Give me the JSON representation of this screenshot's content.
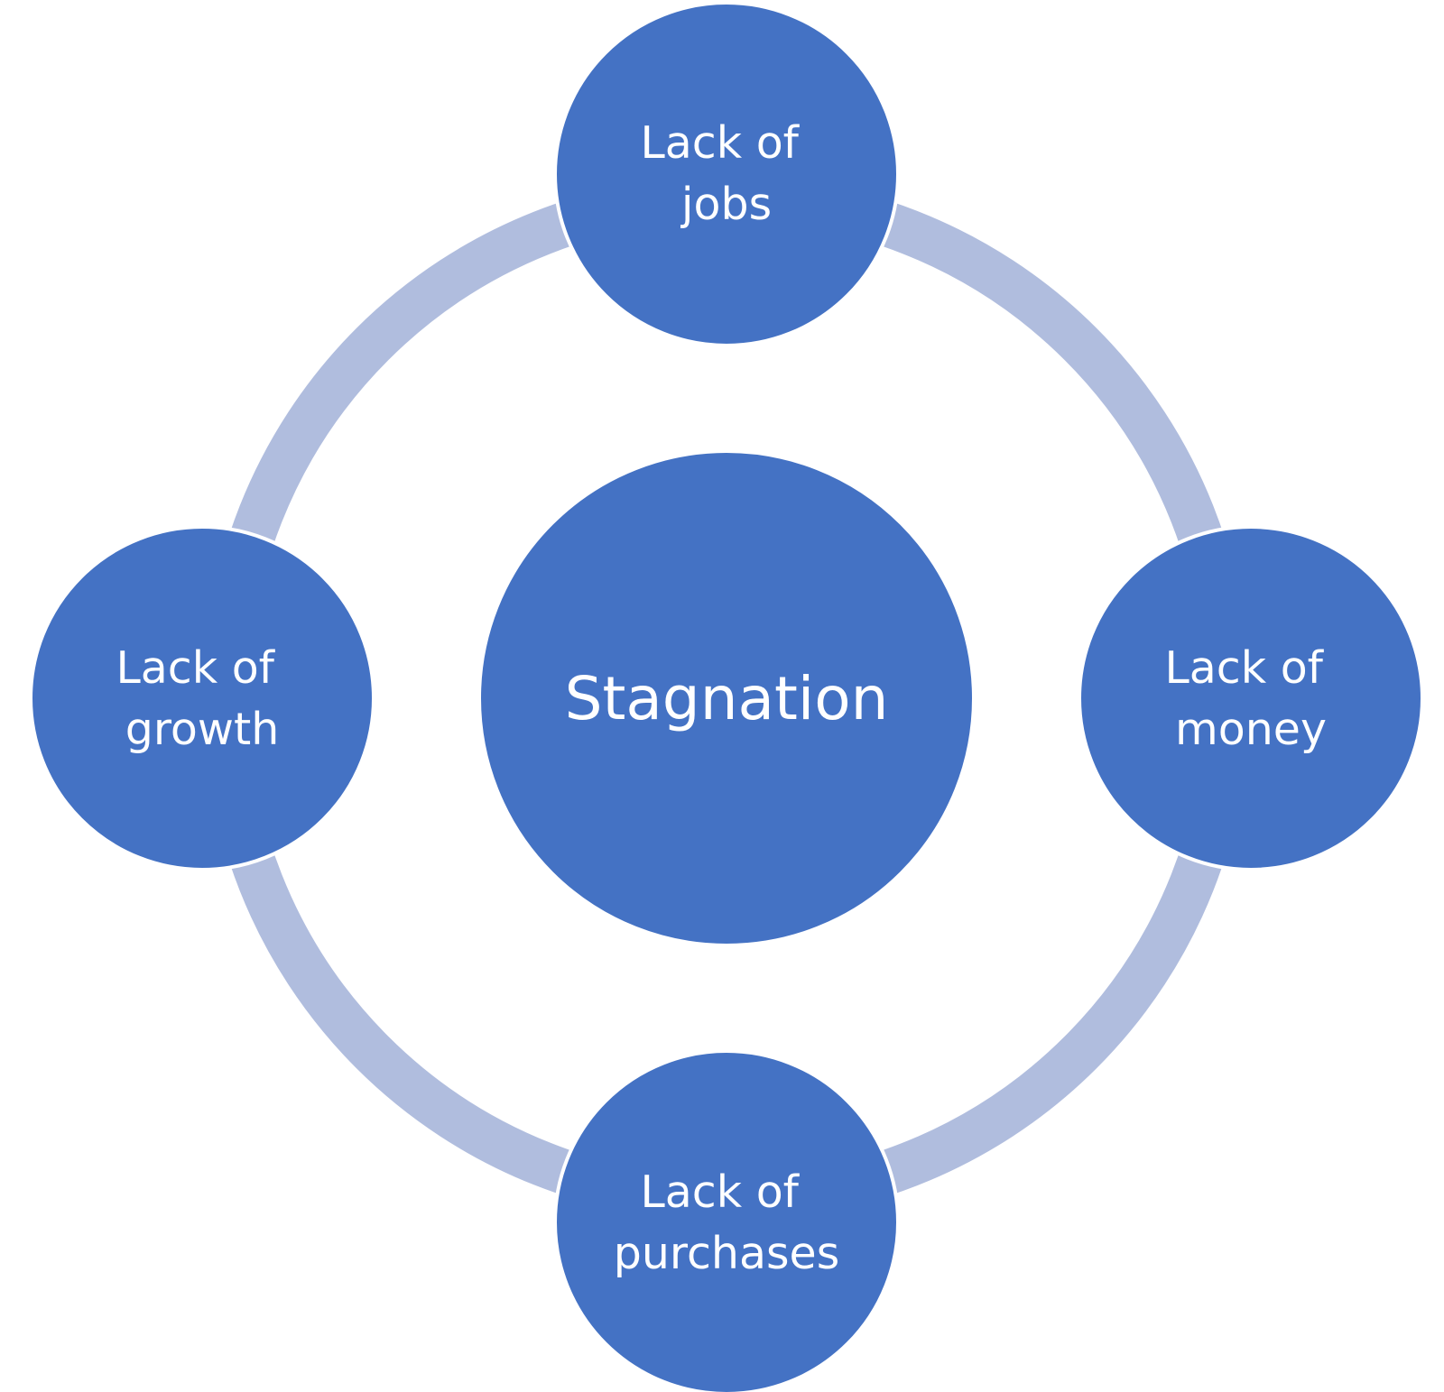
{
  "diagram": {
    "center": {
      "label": "Stagnation"
    },
    "nodes": [
      {
        "id": "jobs",
        "line1": "Lack of",
        "line2": "jobs"
      },
      {
        "id": "money",
        "line1": "Lack of",
        "line2": "money"
      },
      {
        "id": "purchases",
        "line1": "Lack of",
        "line2": "purchases"
      },
      {
        "id": "growth",
        "line1": "Lack of",
        "line2": "growth"
      }
    ]
  },
  "colors": {
    "node_fill": "#4472C4",
    "ring": "#B0BDDE",
    "text": "#FFFFFF"
  }
}
